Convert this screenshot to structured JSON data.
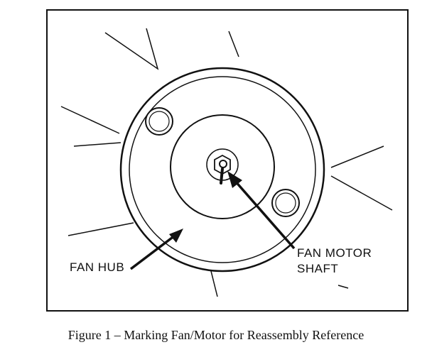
{
  "labels": {
    "fan_hub": "FAN HUB",
    "fan_motor_line1": "FAN MOTOR",
    "fan_motor_line2": "SHAFT"
  },
  "caption": "Figure 1 – Marking Fan/Motor for Reassembly Reference"
}
